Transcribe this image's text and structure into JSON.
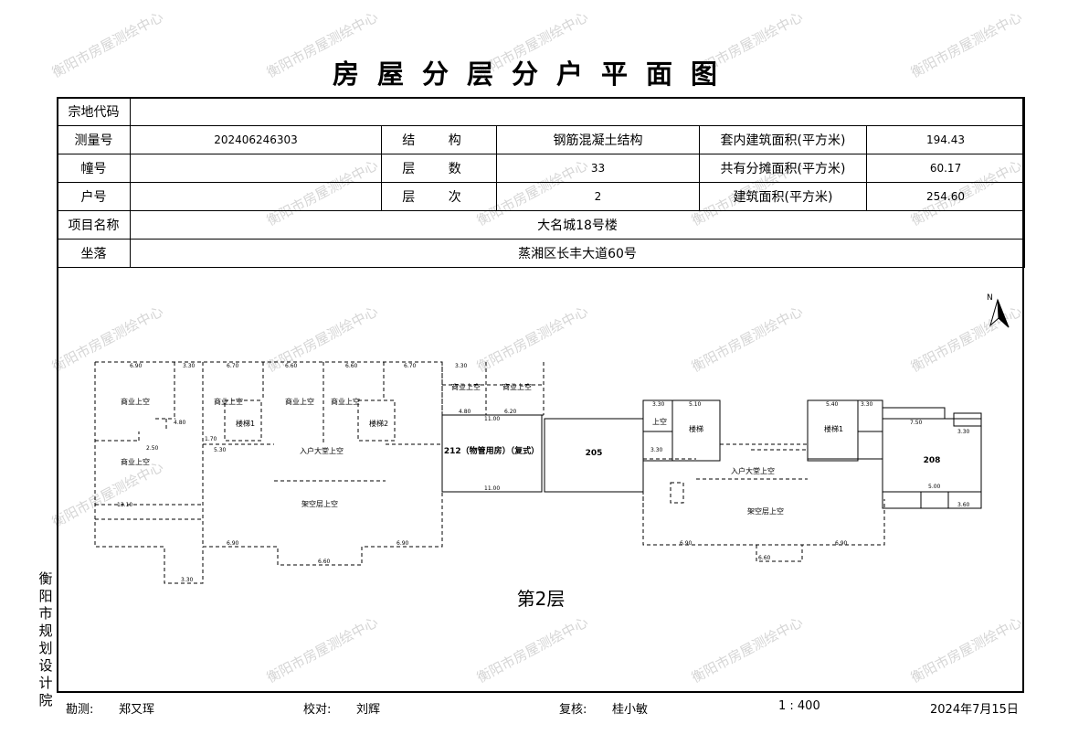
{
  "title": "房屋分层分户平面图",
  "info": {
    "parcel_code_label": "宗地代码",
    "parcel_code_value": "",
    "survey_no_label": "测量号",
    "survey_no_value": "202406246303",
    "structure_label": "结 构",
    "structure_value": "钢筋混凝土结构",
    "inner_area_label": "套内建筑面积(平方米)",
    "inner_area_value": "194.43",
    "building_no_label": "幢号",
    "building_no_value": "",
    "floors_label": "层 数",
    "floors_value": "33",
    "shared_area_label": "共有分摊面积(平方米)",
    "shared_area_value": "60.17",
    "unit_no_label": "户号",
    "unit_no_value": "",
    "floor_level_label": "层 次",
    "floor_level_value": "2",
    "build_area_label": "建筑面积(平方米)",
    "build_area_value": "254.60",
    "project_label": "项目名称",
    "project_value": "大名城18号楼",
    "location_label": "坐落",
    "location_value": "蒸湘区长丰大道60号"
  },
  "plan": {
    "north": "N",
    "floor_label": "第2层",
    "units": {
      "u212": "212（物管用房）（复式）",
      "u205": "205",
      "u208": "208"
    },
    "room_labels": {
      "shop": "商业上空",
      "stair": "楼梯",
      "stair1": "楼梯1",
      "stair2": "楼梯2",
      "entry_void": "入户大堂上空",
      "big_void": "架空层上空",
      "upper_void": "上空"
    },
    "dims": [
      "6.90",
      "3.30",
      "6.70",
      "6.60",
      "6.60",
      "6.70",
      "3.30",
      "6.20",
      "4.80",
      "11.00",
      "13.10",
      "6.90",
      "6.60",
      "6.90",
      "3.30",
      "11.00",
      "3.30",
      "5.10",
      "5.40",
      "3.30",
      "7.50",
      "3.30",
      "6.90",
      "6.60",
      "6.90",
      "3.30",
      "5.00",
      "3.60",
      "4.80",
      "2.50",
      "1.70",
      "5.30"
    ]
  },
  "side_text": "衡阳市规划设计院",
  "footer": {
    "survey_label": "勘测:",
    "survey_name": "郑又珲",
    "check_label": "校对:",
    "check_name": "刘辉",
    "review_label": "复核:",
    "review_name": "桂小敏",
    "scale": "1 : 400",
    "date": "2024年7月15日"
  },
  "watermark": "衡阳市房屋测绘中心",
  "colors": {
    "line": "#000000",
    "watermark": "#c8c8c8"
  }
}
